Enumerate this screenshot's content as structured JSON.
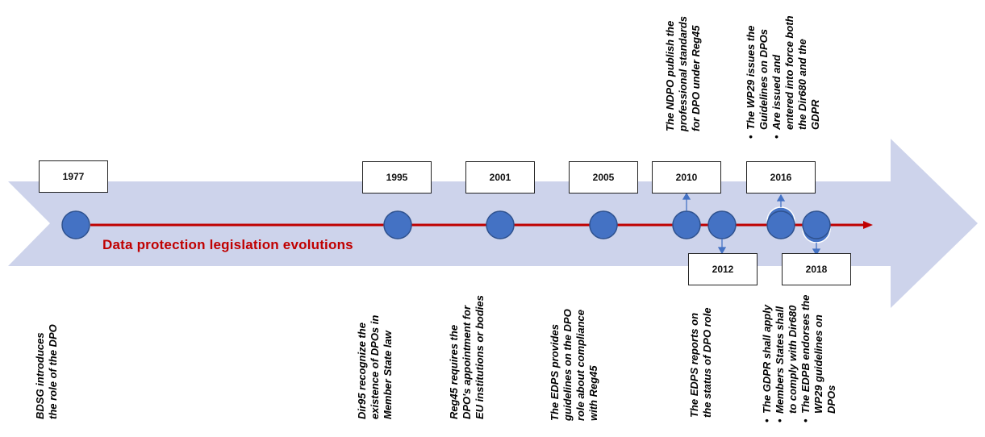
{
  "title": "Data protection legislation evolutions",
  "colors": {
    "band": "#cdd3eb",
    "line": "#c00000",
    "dot": "#4472c4",
    "dot_stroke": "#2f528f"
  },
  "events": [
    {
      "year": "1977",
      "caption": [
        "BDSG introduces",
        "the role of the DPO"
      ]
    },
    {
      "year": "1995",
      "caption": [
        "Dir95 recognize the",
        "existence of DPOs in",
        "Member State law"
      ]
    },
    {
      "year": "2001",
      "caption": [
        "Reg45 requires the",
        "DPO's appointment for",
        "EU institutions or bodies"
      ]
    },
    {
      "year": "2005",
      "caption": [
        "The EDPS provides",
        "guidelines on the DPO",
        "role about compliance",
        "with Reg45"
      ]
    },
    {
      "year": "2010",
      "caption": [
        "The NDPO publish the",
        "professional standards",
        "for DPO under Reg45"
      ]
    },
    {
      "year": "2012",
      "caption": [
        "The EDPS reports on",
        "the status of DPO role"
      ]
    },
    {
      "year": "2016",
      "caption": [
        "The WP29 issues the",
        "Guidelines on DPOs",
        "Are issued and",
        "entered into force both",
        "the Dir680 and the",
        "GDPR"
      ]
    },
    {
      "year": "2018",
      "caption": [
        "The GDPR shall apply",
        "Members States shall",
        "to comply with Dir680",
        "The EDPB endorses the",
        "WP29 guidelines on",
        "DPOs"
      ]
    }
  ]
}
